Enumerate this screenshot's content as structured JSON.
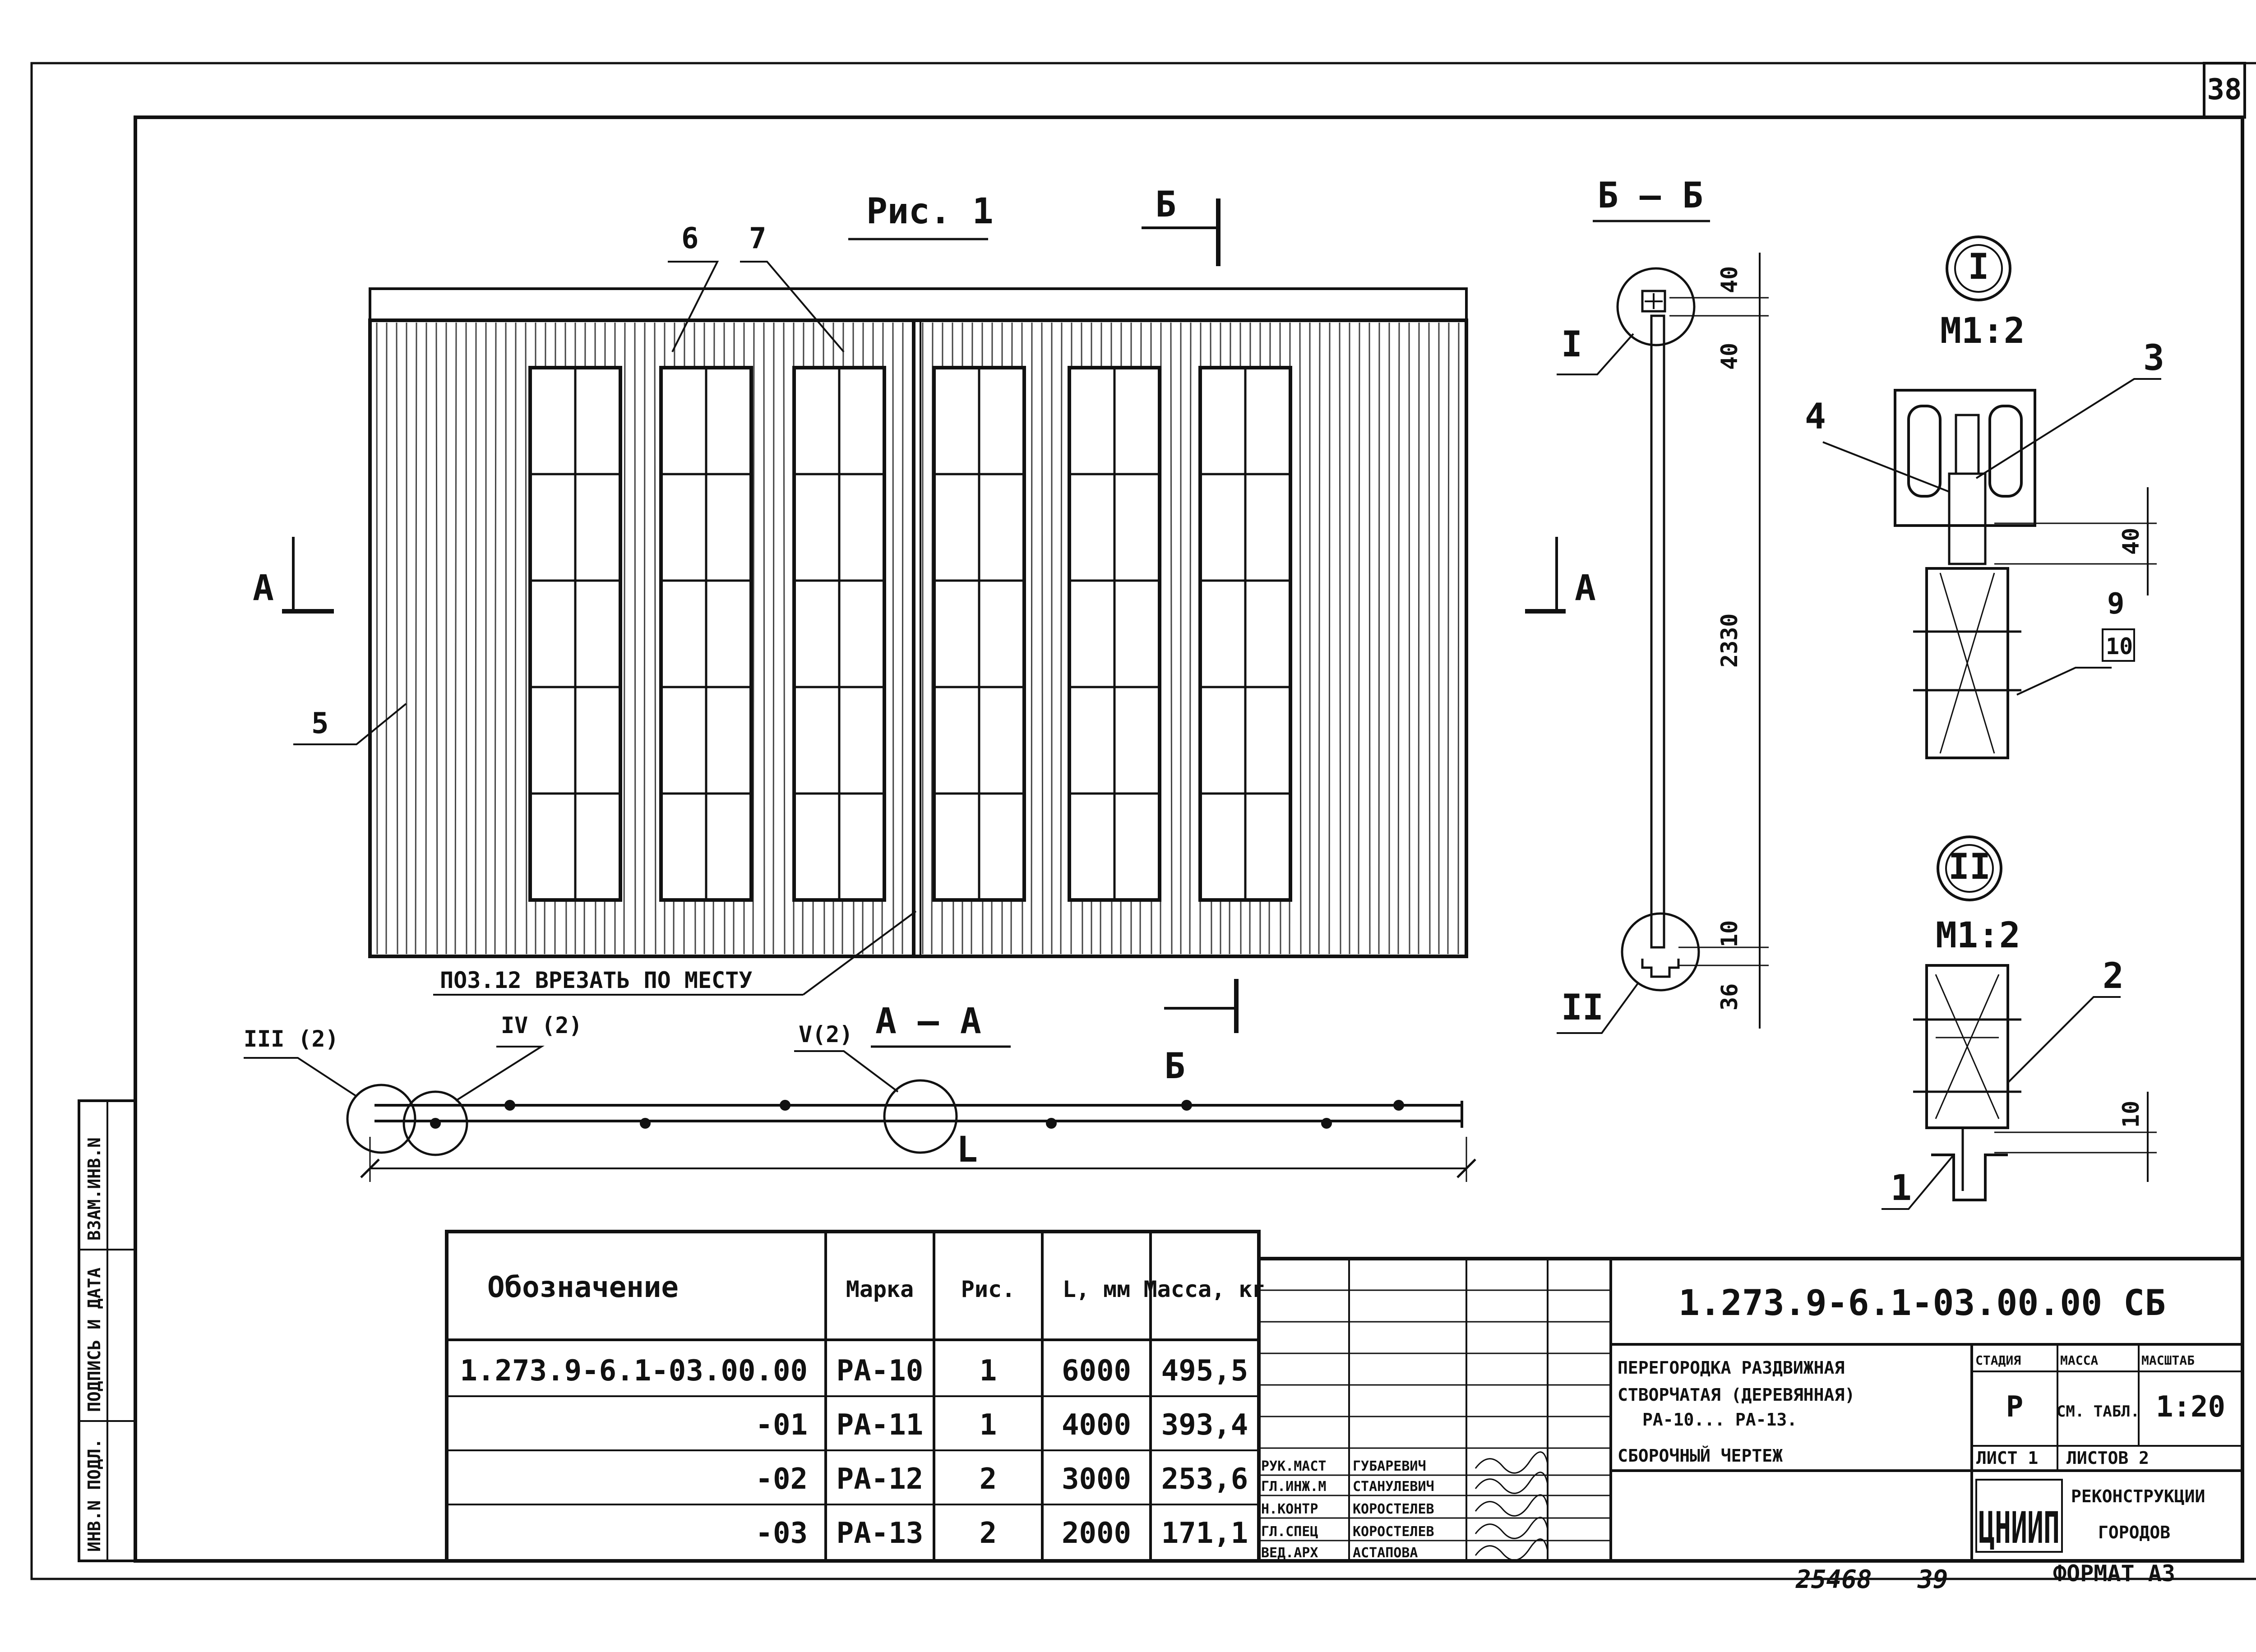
{
  "sheet_number": "38",
  "figure_label": "Рис. 1",
  "section_bb": "Б – Б",
  "section_aa": "А – А",
  "section_marks": {
    "a": "А",
    "b": "Б"
  },
  "position_labels": [
    "6",
    "7",
    "5"
  ],
  "note": "ПОЗ.12 ВРЕЗАТЬ ПО МЕСТУ",
  "length_label": "L",
  "callouts": {
    "iii": "III (2)",
    "iv": "IV (2)",
    "v": "V(2)"
  },
  "bb_dims": {
    "d40a": "40",
    "d40b": "40",
    "d2330": "2330",
    "d10": "10",
    "d36": "36"
  },
  "detail_I": {
    "title": "I",
    "scale": "М1:2",
    "pos_4": "4",
    "pos_3": "3",
    "dim_40": "40",
    "pos_9": "9",
    "pos_10": "10"
  },
  "detail_II": {
    "title": "II",
    "scale": "М1:2",
    "pos_2": "2",
    "pos_1": "1",
    "dim_10": "10"
  },
  "callout_I": "I",
  "callout_II": "II",
  "spec_table": {
    "headers": [
      "Обозначение",
      "Марка",
      "Рис.",
      "L, мм",
      "Масса, кг"
    ],
    "rows": [
      [
        "1.273.9-6.1-03.00.00",
        "РА-10",
        "1",
        "6000",
        "495,5"
      ],
      [
        "-01",
        "РА-11",
        "1",
        "4000",
        "393,4"
      ],
      [
        "-02",
        "РА-12",
        "2",
        "3000",
        "253,6"
      ],
      [
        "-03",
        "РА-13",
        "2",
        "2000",
        "171,1"
      ]
    ]
  },
  "doc_code": "1.273.9-6.1-03.00.00 СБ",
  "doc_title_lines": [
    "ПЕРЕГОРОДКА РАЗДВИЖНАЯ",
    "СТВОРЧАТАЯ (ДЕРЕВЯННАЯ)",
    "РА-10... РА-13.",
    "СБОРОЧНЫЙ ЧЕРТЕЖ"
  ],
  "stage_block": {
    "stage_h": "СТАДИЯ",
    "mass_h": "МАССА",
    "scale_h": "МАСШТАБ",
    "stage": "Р",
    "mass": "СМ. ТАБЛ.",
    "scale": "1:20",
    "sheet": "ЛИСТ 1",
    "sheets": "ЛИСТОВ 2"
  },
  "org": {
    "logo": "ЦНИИП",
    "line1": "РЕКОНСТРУКЦИИ",
    "line2": "ГОРОДОВ"
  },
  "signatures": [
    {
      "role": "РУК.МАСТ",
      "name": "ГУБАРЕВИЧ"
    },
    {
      "role": "ГЛ.ИНЖ.М",
      "name": "СТАНУЛЕВИЧ"
    },
    {
      "role": "Н.КОНТР",
      "name": "КОРОСТЕЛЕВ"
    },
    {
      "role": "ГЛ.СПЕЦ",
      "name": "КОРОСТЕЛЕВ"
    },
    {
      "role": "ВЕД.АРХ",
      "name": "АСТАПОВА"
    }
  ],
  "side_stamp": [
    "ИНВ.N ПОДЛ.",
    "ПОДПИСЬ И ДАТА",
    "ВЗАМ.ИНВ.N"
  ],
  "footer": {
    "archive": "25468",
    "page": "39",
    "format": "ФОРМАТ А3"
  }
}
